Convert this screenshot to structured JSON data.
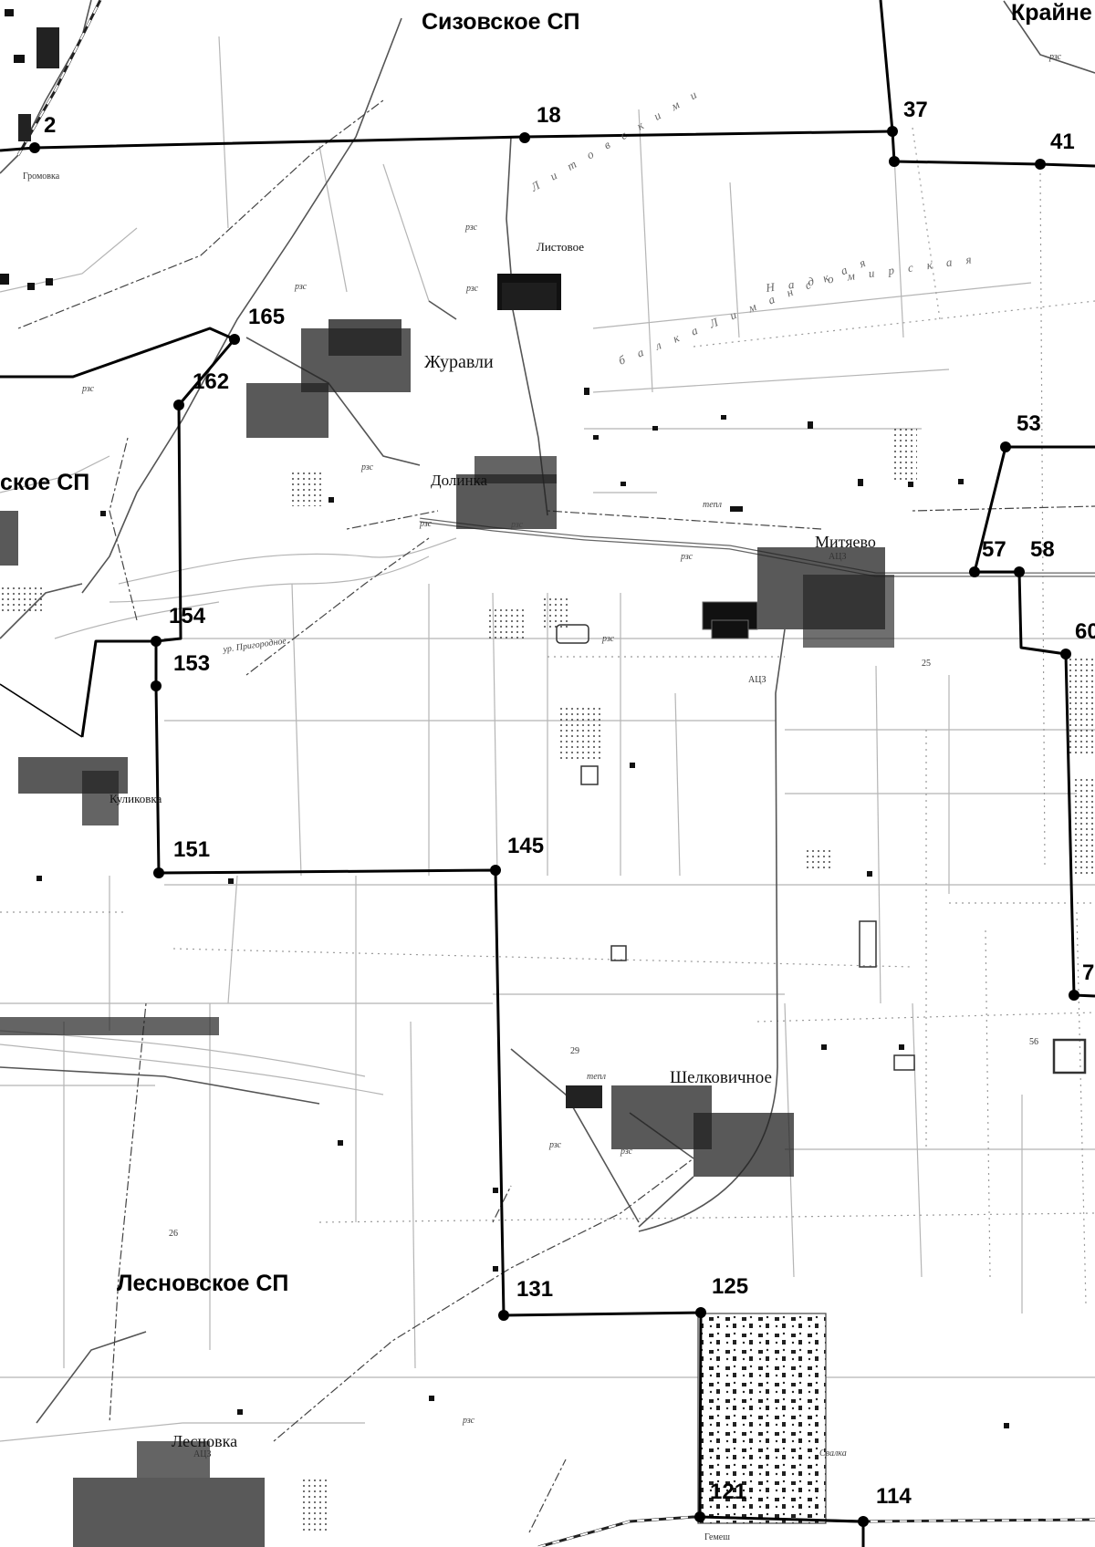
{
  "settlements_sp": [
    {
      "id": "sizovskoe",
      "label": "Сизовское СП"
    },
    {
      "id": "krainee",
      "label": "Крайне"
    },
    {
      "id": "left-sp",
      "label": "ское СП"
    },
    {
      "id": "lesnovskoe",
      "label": "Лесновское СП"
    }
  ],
  "villages": [
    {
      "id": "gromovka",
      "label": "Громовка"
    },
    {
      "id": "listovoe",
      "label": "Листовое"
    },
    {
      "id": "zhuravli",
      "label": "Журавли"
    },
    {
      "id": "dolinka",
      "label": "Долинка"
    },
    {
      "id": "mityaevo",
      "label": "Митяево"
    },
    {
      "id": "kulikovka",
      "label": "Куликовка"
    },
    {
      "id": "shelkovichnoe",
      "label": "Шелковичное"
    },
    {
      "id": "lesnovka",
      "label": "Лесновка"
    }
  ],
  "vertex_labels": [
    "2",
    "18",
    "37",
    "41",
    "53",
    "57",
    "58",
    "60",
    "7",
    "165",
    "162",
    "154",
    "153",
    "151",
    "145",
    "131",
    "125",
    "121",
    "114"
  ],
  "map_notes": {
    "ridge_lower": "б а л к а   Л и м а н с к а я",
    "ridge_upper": "Л и т о в с к и м и",
    "ridge_right": "Н а д о м и р с к а я",
    "ravine": "ур. Пригородное",
    "misc": [
      "АЦЗ",
      "АЦЗ",
      "АЦЗ",
      "тепл",
      "тепл",
      "25",
      "26",
      "29",
      "56",
      "Гемеш",
      "Свалка"
    ],
    "pit": "рзс"
  }
}
